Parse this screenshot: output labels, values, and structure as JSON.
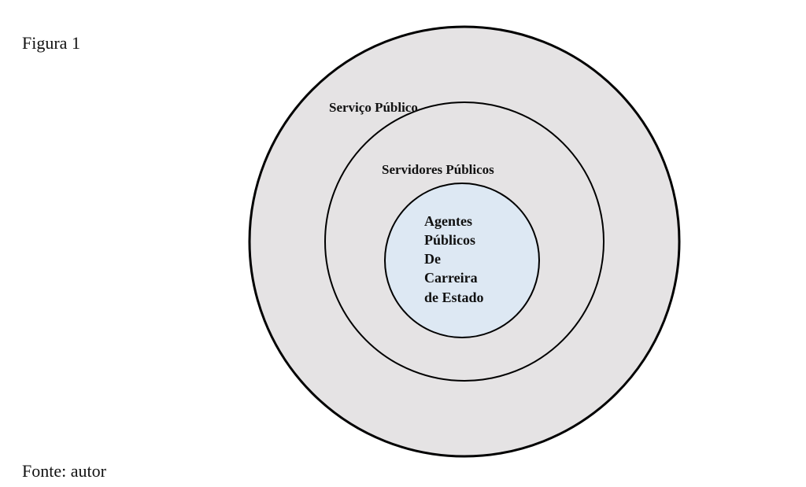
{
  "figure": {
    "title": "Figura 1",
    "source": "Fonte: autor"
  },
  "diagram": {
    "outer": {
      "label": "Serviço Público",
      "fill": "#e5e3e4"
    },
    "middle": {
      "label": "Servidores Públicos",
      "fill": "#e5e3e4"
    },
    "inner": {
      "lines": [
        "Agentes",
        "Públicos",
        "De",
        "Carreira",
        "de Estado"
      ],
      "fill": "#dde8f3"
    },
    "stroke": "#000000"
  }
}
